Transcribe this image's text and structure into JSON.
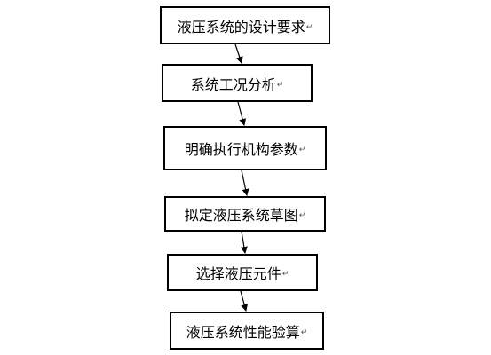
{
  "steps": [
    {
      "label": "液压系统的设计要求",
      "mark": "↵"
    },
    {
      "label": "系统工况分析",
      "mark": "↵"
    },
    {
      "label": "明确执行机构参数",
      "mark": "↵"
    },
    {
      "label": "拟定液压系统草图",
      "mark": "↵"
    },
    {
      "label": "选择液压元件",
      "mark": "↵"
    },
    {
      "label": "液压系统性能验算",
      "mark": "↵"
    }
  ],
  "colors": {
    "line": "#000000",
    "background": "#ffffff"
  }
}
